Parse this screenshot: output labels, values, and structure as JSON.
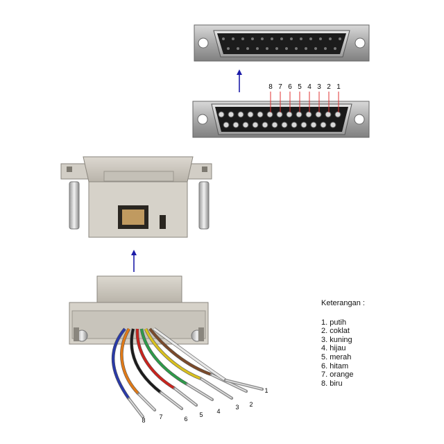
{
  "pin_labels": [
    "8",
    "7",
    "6",
    "5",
    "4",
    "3",
    "2",
    "1"
  ],
  "wire_labels": [
    "8",
    "7",
    "6",
    "5",
    "4",
    "3",
    "2",
    "1"
  ],
  "legend": {
    "title": "Keterangan :",
    "items": [
      "1. putih",
      "2. coklat",
      "3. kuning",
      "4. hijau",
      "5. merah",
      "6. hitam",
      "7. orange",
      "8. biru"
    ]
  },
  "colors": {
    "wire_1": "#e8e8e8",
    "wire_2": "#7a4a2a",
    "wire_3": "#d8c020",
    "wire_4": "#2e9a4a",
    "wire_5": "#c8241e",
    "wire_6": "#1c1c1c",
    "wire_7": "#e07a18",
    "wire_8": "#2a3aa8",
    "arrow": "#1c1ca8",
    "pin_marker": "#e03030",
    "adapter_body": "#cfcbc2"
  }
}
